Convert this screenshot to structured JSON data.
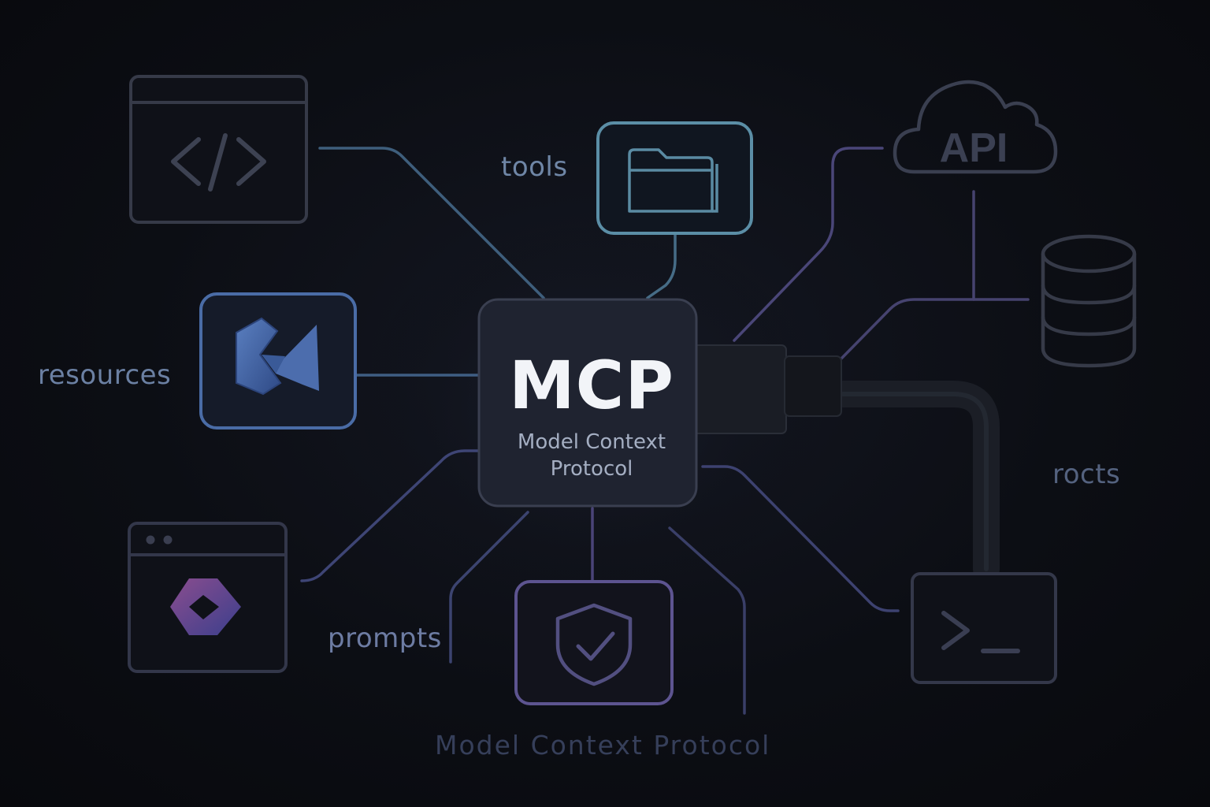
{
  "center": {
    "title": "MCP",
    "subtitle": "Model Context Protocol"
  },
  "labels": {
    "tools": "tools",
    "resources": "resources",
    "prompts": "prompts",
    "rocts": "rocts",
    "footer": "Model Context Protocol"
  },
  "cloud": {
    "text": "API"
  },
  "icons": {
    "code": "code-window-icon",
    "folder": "folder-icon",
    "cloud": "cloud-api-icon",
    "database": "database-icon",
    "resources_logo": "resources-logo-icon",
    "app_window": "app-window-icon",
    "shield": "shield-check-icon",
    "terminal": "terminal-icon"
  },
  "colors": {
    "background": "#0c0e14",
    "center_fill": "#1f2330",
    "line_blue": "#41607e",
    "line_purple": "#4e4a78",
    "folder_accent": "#5d8fa6",
    "resources_accent": "#4d6fa8",
    "shield_accent": "#5f5590",
    "app_gradient_start": "#8a4d8f",
    "app_gradient_end": "#3b3f8c"
  }
}
